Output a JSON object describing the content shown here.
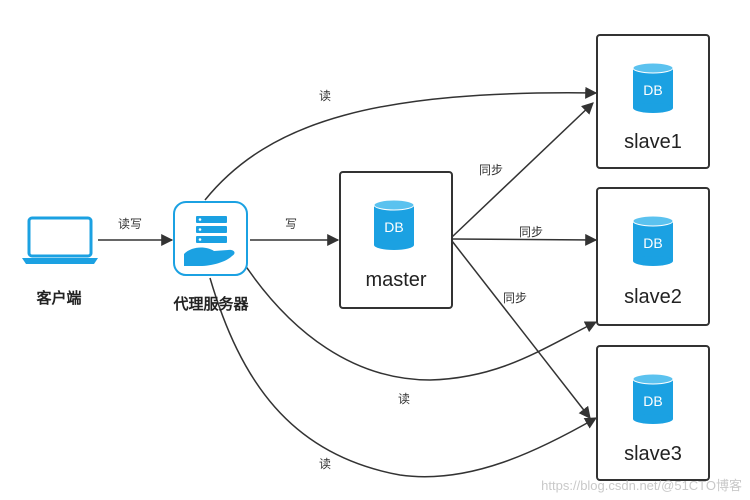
{
  "colors": {
    "accent": "#1ba1e2",
    "edge": "#333333",
    "box_border": "#333333",
    "watermark": "#c9c9c9"
  },
  "nodes": {
    "client": {
      "label": "客户端",
      "icon": "laptop-icon"
    },
    "proxy": {
      "label": "代理服务器",
      "icon": "server-icon"
    },
    "master": {
      "label": "master",
      "db_text": "DB",
      "icon": "database-icon"
    },
    "slaves": [
      {
        "label": "slave1",
        "db_text": "DB",
        "icon": "database-icon"
      },
      {
        "label": "slave2",
        "db_text": "DB",
        "icon": "database-icon"
      },
      {
        "label": "slave3",
        "db_text": "DB",
        "icon": "database-icon"
      }
    ]
  },
  "edges": {
    "client_proxy": "读写",
    "proxy_master": "写",
    "read_slave1": "读",
    "read_slave2": "读",
    "read_slave3": "读",
    "sync_slave1": "同步",
    "sync_slave2": "同步",
    "sync_slave3": "同步"
  },
  "watermark": "https://blog.csdn.net/@51CTO博客"
}
